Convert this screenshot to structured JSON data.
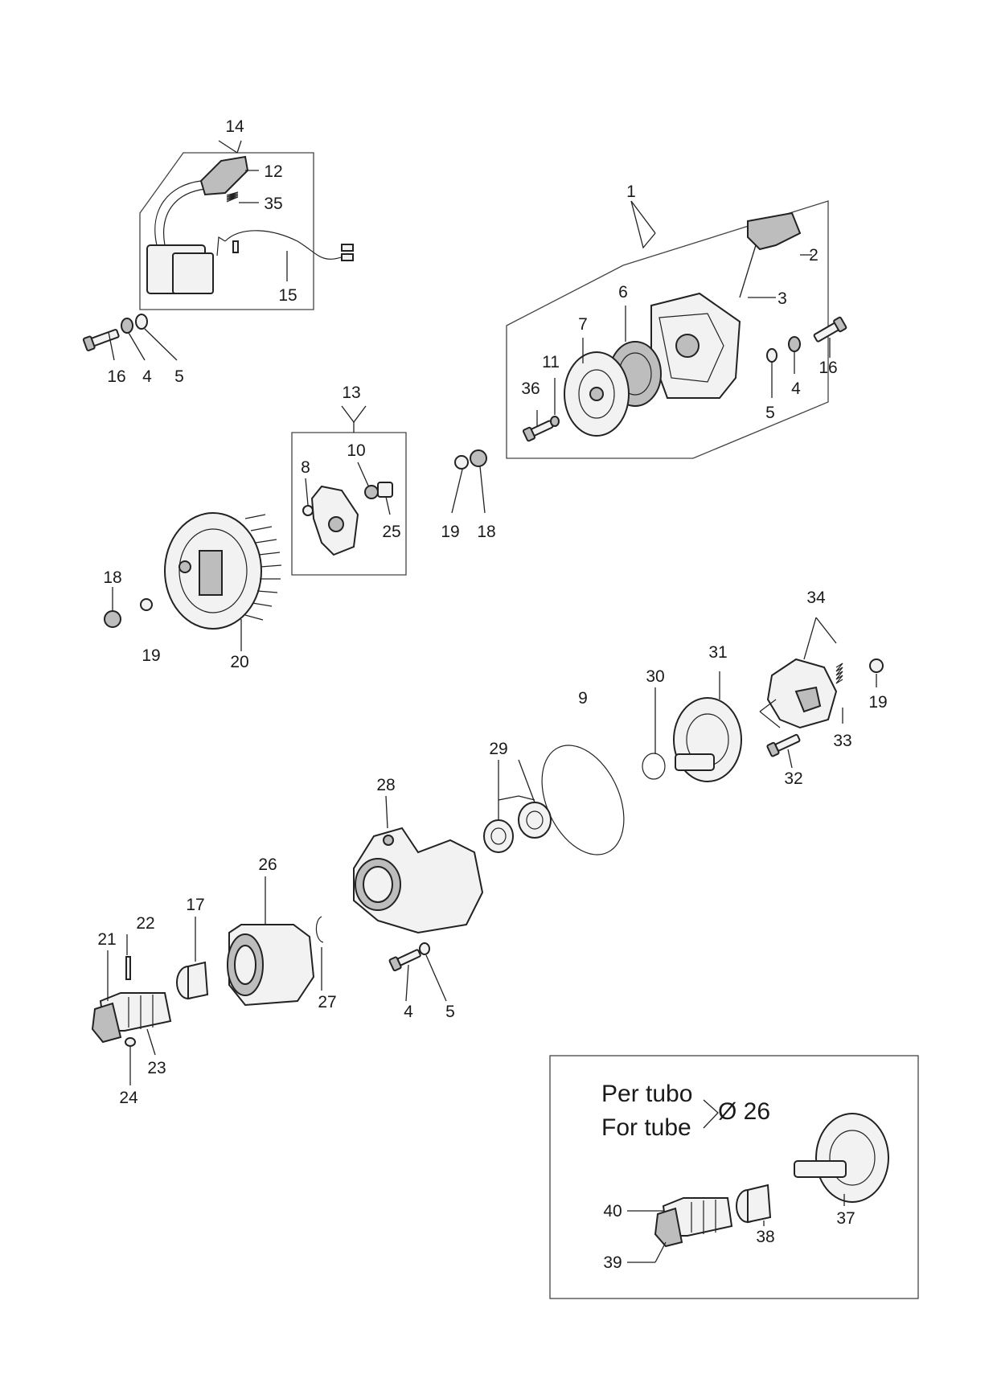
{
  "labels": {
    "p1": "1",
    "p2": "2",
    "p3": "3",
    "p4a": "4",
    "p4b": "4",
    "p4c": "4",
    "p5a": "5",
    "p5b": "5",
    "p5c": "5",
    "p6": "6",
    "p7": "7",
    "p8": "8",
    "p9": "9",
    "p10": "10",
    "p11": "11",
    "p12": "12",
    "p13": "13",
    "p14": "14",
    "p15": "15",
    "p16a": "16",
    "p16b": "16",
    "p17": "17",
    "p18a": "18",
    "p18b": "18",
    "p19a": "19",
    "p19b": "19",
    "p19c": "19",
    "p20": "20",
    "p21": "21",
    "p22": "22",
    "p23": "23",
    "p24": "24",
    "p25": "25",
    "p26": "26",
    "p27": "27",
    "p28": "28",
    "p29": "29",
    "p30": "30",
    "p31": "31",
    "p32": "32",
    "p33": "33",
    "p34": "34",
    "p35": "35",
    "p36": "36",
    "p37": "37",
    "p38": "38",
    "p39": "39",
    "p40": "40"
  },
  "inset": {
    "line1": "Per tubo",
    "line2": "For tube",
    "diameter": "Ø 26"
  }
}
